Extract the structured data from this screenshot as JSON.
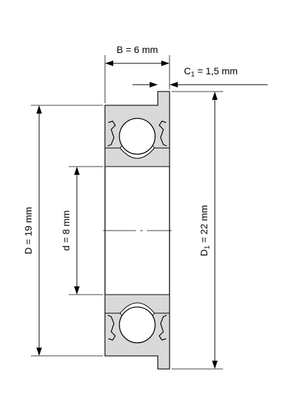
{
  "diagram": {
    "labels": {
      "B": "B = 6 mm",
      "C1_prefix": "C",
      "C1_sub": "1",
      "C1_value": " = 1,5 mm",
      "D": "D = 19 mm",
      "d": "d = 8 mm",
      "D1_prefix": "D",
      "D1_sub": "1",
      "D1_value": " = 22 mm"
    },
    "dimensions_mm": {
      "B": 6,
      "C1": 1.5,
      "D": 19,
      "d": 8,
      "D1": 22
    }
  }
}
